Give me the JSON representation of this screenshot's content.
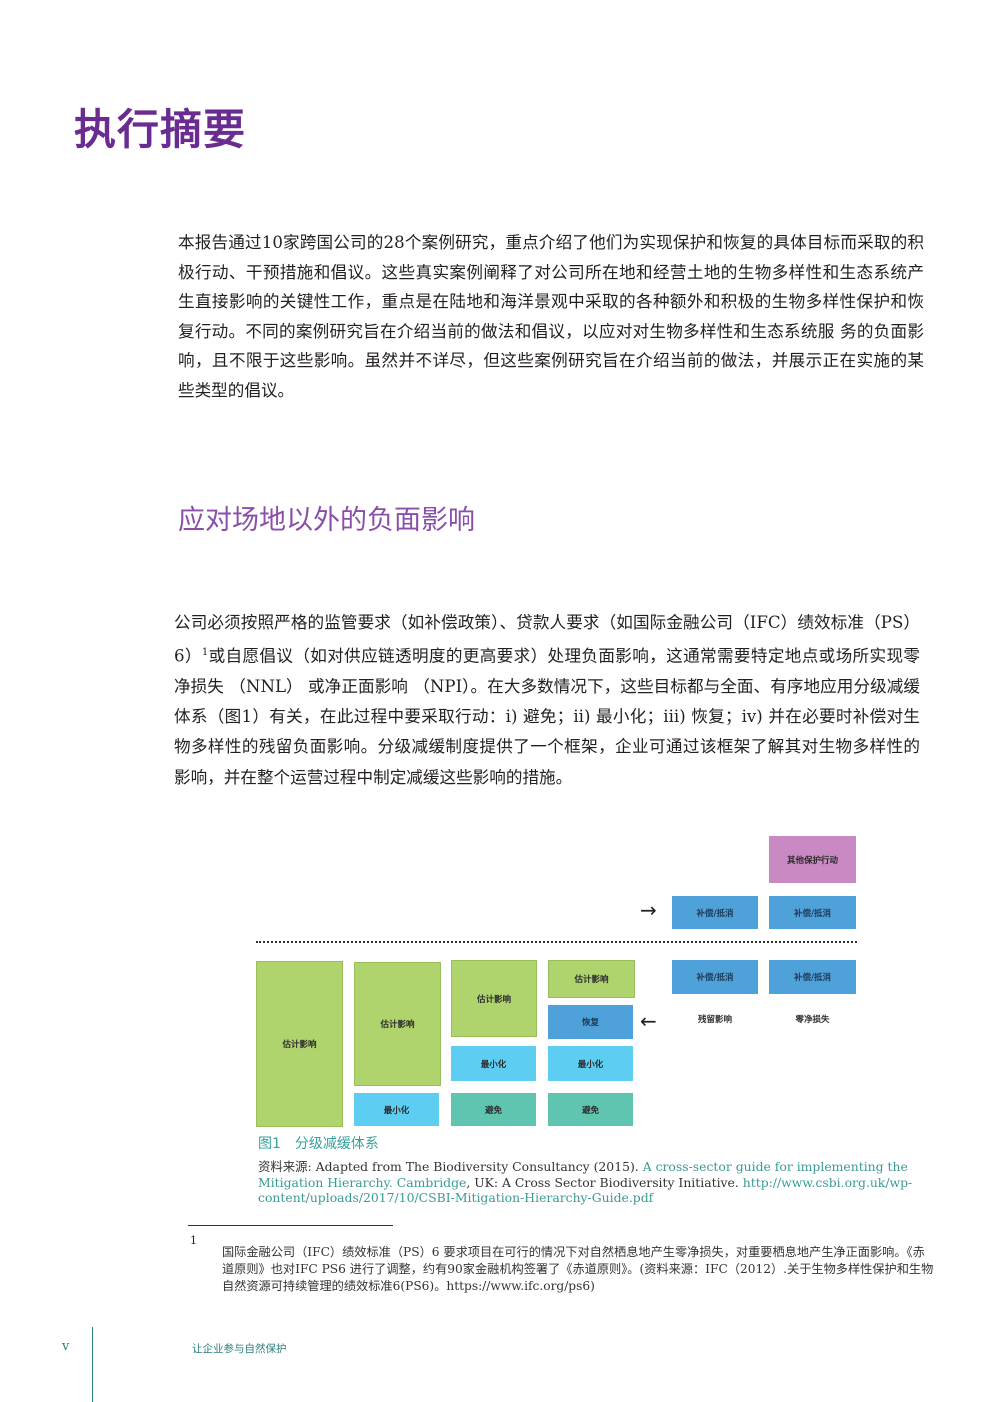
{
  "title": "执行摘要",
  "intro": "本报告通过10家跨国公司的28个案例研究，重点介绍了他们为实现保护和恢复的具体目标而采取的积极行动、干预措施和倡议。这些真实案例阐释了对公司所在地和经营土地的生物多样性和生态系统产生直接影响的关键性工作，重点是在陆地和海洋景观中采取的各种额外和积极的生物多样性保护和恢复行动。不同的案例研究旨在介绍当前的做法和倡议，以应对对生物多样性和生态系统服 务的负面影响，且不限于这些影响。虽然并不详尽，但这些案例研究旨在介绍当前的做法，并展示正在实施的某些类型的倡议。",
  "subtitle": "应对场地以外的负面影响",
  "para2": {
    "before_sup": "公司必须按照严格的监管要求（如补偿政策）、贷款人要求（如国际金融公司（IFC）绩效标准（PS）6）",
    "sup": "1",
    "after_sup": "或自愿倡议（如对供应链透明度的更高要求）处理负面影响，这通常需要特定地点或场所实现零净损失 （NNL） 或净正面影响 （NPI）。在大多数情况下，这些目标都与全面、有序地应用分级减缓体系（图1）有关，在此过程中要采取行动：i) 避免；ii) 最小化；iii) 恢复；iv) 并在必要时补偿对生物多样性的残留负面影响。分级减缓制度提供了一个框架，企业可通过该框架了解其对生物多样性的影响，并在整个运营过程中制定减缓这些影响的措施。"
  },
  "figure": {
    "col1_estimated": "估计影响",
    "col2_estimated": "估计影响",
    "col2_minimize": "最小化",
    "col3_estimated": "估计影响",
    "col3_minimize": "最小化",
    "col3_avoid": "避免",
    "col4_estimated": "估计影响",
    "col4_restore": "恢复",
    "col4_minimize": "最小化",
    "col4_avoid": "避免",
    "col5_offset_top": "补偿/抵消",
    "col5_offset_bottom": "补偿/抵消",
    "col5_label": "残留影响",
    "col6_other": "其他保护行动",
    "col6_offset_top": "补偿/抵消",
    "col6_offset_bottom": "补偿/抵消",
    "col6_label": "零净损失",
    "arrow_right": "→",
    "arrow_left": "←",
    "colors": {
      "estimated": "#afd46e",
      "minimize": "#5dcdf2",
      "restore": "#4ea2d9",
      "avoid": "#5fc4b0",
      "offset": "#4ea2d9",
      "other": "#c98ac4"
    }
  },
  "caption": "图1　分级减缓体系",
  "source": {
    "prefix": "资料来源: Adapted from The Biodiversity Consultancy (2015). ",
    "link1": "A cross-sector guide for implementing the Mitigation Hierarchy. Cambridge",
    "middle": ", UK: A Cross Sector Biodiversity Initiative. ",
    "link2": "http://www.csbi.org.uk/wp-content/uploads/2017/10/CSBI-Mitigation-Hierarchy-Guide.pdf"
  },
  "footnote_number": "1",
  "footnote": "国际金融公司（IFC）绩效标准（PS）6 要求项目在可行的情况下对自然栖息地产生零净损失，对重要栖息地产生净正面影响。《赤道原则》也对IFC PS6 进行了调整，约有90家金融机构签署了《赤道原则》。(资料来源：IFC（2012）.关于生物多样性保护和生物自然资源可持续管理的绩效标准6(PS6)。https://www.ifc.org/ps6)",
  "page_number": "v",
  "footer": "让企业参与自然保护"
}
